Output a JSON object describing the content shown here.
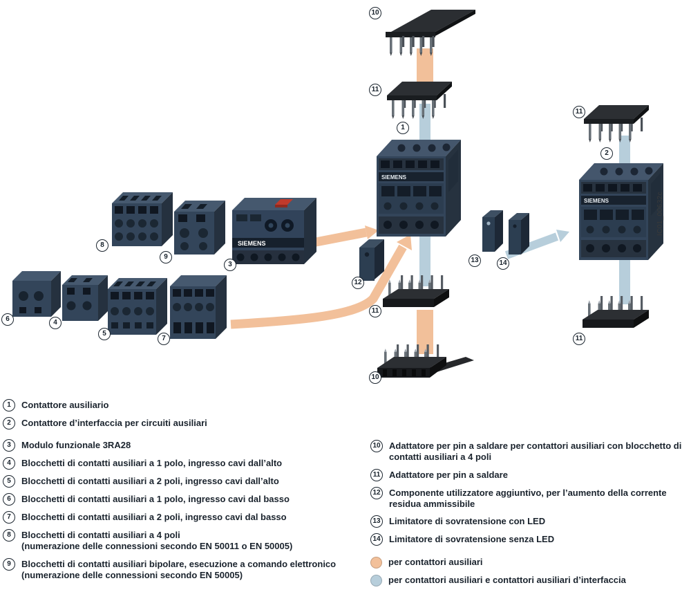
{
  "brand": "SIEMENS",
  "figure_code": "IC01_00632c",
  "colors": {
    "peach": "#f2c09a",
    "blue": "#b7cedb",
    "body": "#33455a",
    "text": "#1a232d"
  },
  "diagram": {
    "badges": [
      "10",
      "11",
      "1",
      "11",
      "2",
      "8",
      "9",
      "3",
      "6",
      "4",
      "5",
      "7",
      "12",
      "11",
      "13",
      "14",
      "10",
      "11"
    ]
  },
  "legend": {
    "left": [
      {
        "num": "1",
        "text": "Contattore ausiliario"
      },
      {
        "num": "2",
        "text": "Contattore d’interfaccia per circuiti ausiliari"
      },
      {
        "num": "3",
        "text": "Modulo funzionale 3RA28"
      },
      {
        "num": "4",
        "text": "Blocchetti di contatti ausiliari a 1 polo, ingresso cavi dall’alto"
      },
      {
        "num": "5",
        "text": "Blocchetti di contatti ausiliari a 2 poli, ingresso cavi dall’alto"
      },
      {
        "num": "6",
        "text": "Blocchetti di contatti ausiliari a 1 polo, ingresso cavi dal basso"
      },
      {
        "num": "7",
        "text": "Blocchetti di contatti ausiliari a 2 poli, ingresso cavi dal basso"
      },
      {
        "num": "8",
        "text": "Blocchetti di contatti ausiliari a 4 poli",
        "sub": "(numerazione delle connessioni secondo EN 50011 o EN 50005)"
      },
      {
        "num": "9",
        "text": "Blocchetti di contatti ausiliari bipolare, esecuzione a comando elettronico",
        "sub": "(numerazione delle connessioni secondo EN 50005)"
      }
    ],
    "right": [
      {
        "num": "10",
        "text": "Adattatore per pin a saldare per contattori ausiliari con blocchetto di contatti ausiliari a 4 poli"
      },
      {
        "num": "11",
        "text": "Adattatore per pin a saldare"
      },
      {
        "num": "12",
        "text": "Componente utilizzatore aggiuntivo, per l’aumento della corrente residua ammissibile"
      },
      {
        "num": "13",
        "text": "Limitatore di sovratensione con LED"
      },
      {
        "num": "14",
        "text": "Limitatore di sovratensione senza LED"
      }
    ],
    "swatches": [
      {
        "color": "peach",
        "text": "per contattori ausiliari"
      },
      {
        "color": "blue",
        "text": "per contattori ausiliari e contattori ausiliari d’interfaccia"
      }
    ]
  }
}
